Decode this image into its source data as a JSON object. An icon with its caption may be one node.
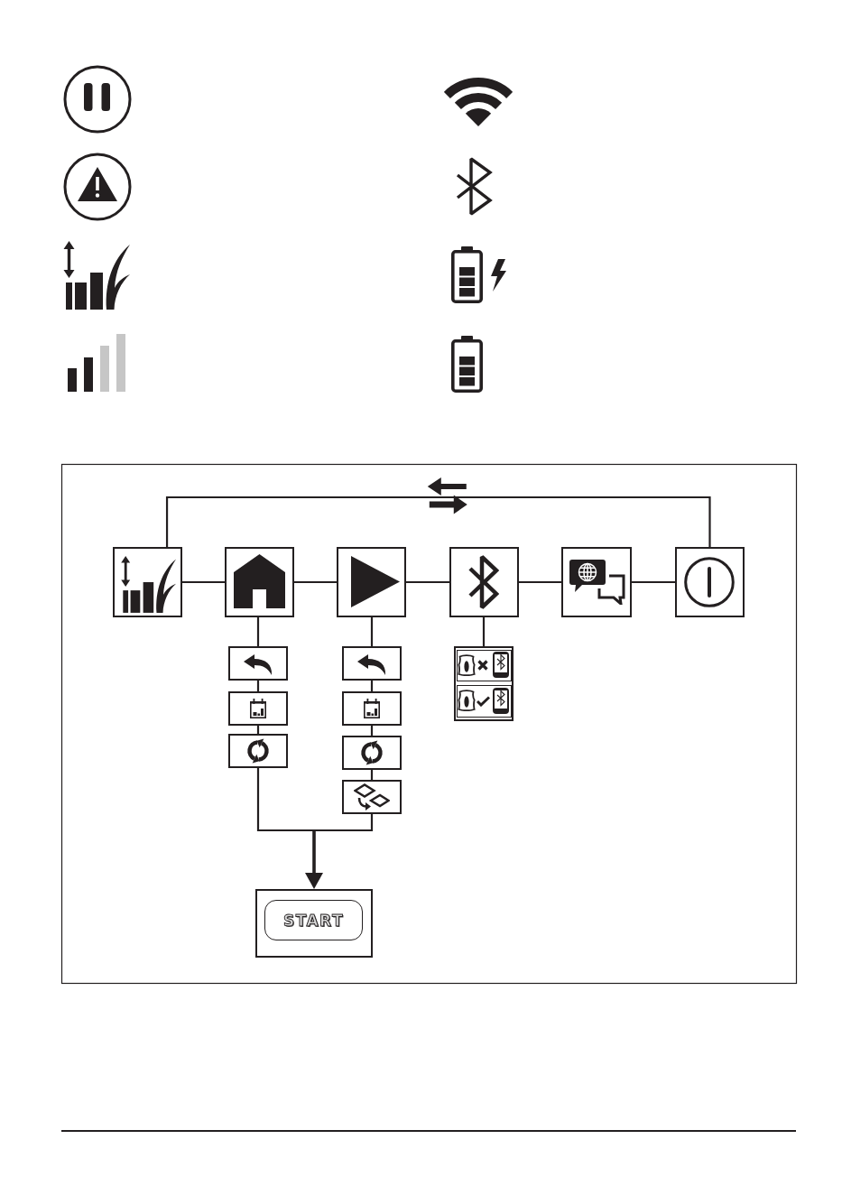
{
  "diagram": {
    "nodes": [
      {
        "text": [],
        "shape": "box"
      },
      {
        "text": [],
        "shape": "box"
      },
      {
        "text": [],
        "shape": "box"
      },
      {
        "text": [],
        "shape": "box"
      },
      {
        "text": [],
        "shape": "box"
      },
      {
        "text": [],
        "shape": "box"
      },
      {
        "text": [],
        "shape": "box"
      },
      {
        "text": [],
        "shape": "box"
      },
      {
        "text": [],
        "shape": "box"
      },
      {
        "text": [],
        "shape": "box"
      },
      {
        "text": [],
        "shape": "box"
      },
      {
        "text": [],
        "shape": "box"
      },
      {
        "text": [],
        "shape": "box"
      },
      {
        "text": [],
        "shape": "box"
      },
      {
        "text": [],
        "shape": "box",
        "in": 13
      },
      {
        "text": [],
        "shape": "box",
        "in": 13
      },
      {
        "text": [],
        "shape": "box"
      },
      {
        "text": [
          "START"
        ],
        "in": 16
      }
    ],
    "edges": [
      {
        "from": 0,
        "to": 1,
        "arrow": "none"
      },
      {
        "from": 1,
        "to": 2,
        "arrow": "none"
      },
      {
        "from": 2,
        "to": 3,
        "arrow": "none"
      },
      {
        "from": 3,
        "to": 4,
        "arrow": "none"
      },
      {
        "from": 4,
        "to": 5,
        "arrow": "none"
      },
      {
        "from": 0,
        "to": 5,
        "arrow": "none"
      },
      {
        "from": 1,
        "to": 6,
        "arrow": "none"
      },
      {
        "from": 6,
        "to": 7,
        "arrow": "none"
      },
      {
        "from": 7,
        "to": 8,
        "arrow": "none"
      },
      {
        "from": 2,
        "to": 9,
        "arrow": "none"
      },
      {
        "from": 9,
        "to": 10,
        "arrow": "none"
      },
      {
        "from": 10,
        "to": 11,
        "arrow": "none"
      },
      {
        "from": 11,
        "to": 12,
        "arrow": "none"
      },
      {
        "from": 3,
        "to": 13,
        "arrow": "none"
      },
      {
        "from": 8,
        "to": 16,
        "arrow": "to"
      },
      {
        "from": 12,
        "to": 16,
        "arrow": "to"
      }
    ]
  }
}
